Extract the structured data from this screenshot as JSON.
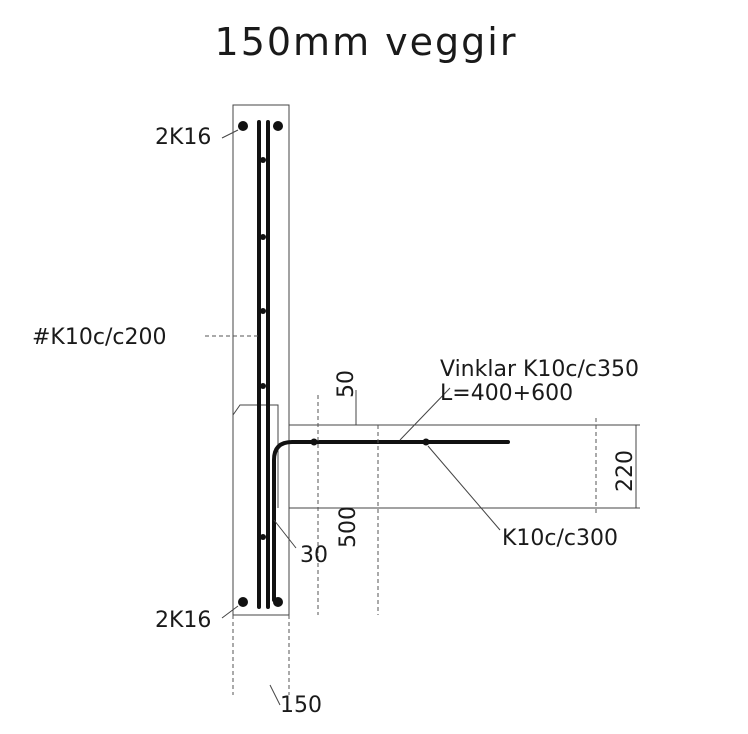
{
  "title": "150mm veggir",
  "labels": {
    "top_bars": "2K16",
    "bottom_bars": "2K16",
    "wall_mesh": "#K10c/c200",
    "angle_bars": "Vinklar K10c/c350",
    "angle_length": "L=400+600",
    "slab_bars": "K10c/c300",
    "dim_50": "50",
    "dim_220": "220",
    "dim_500": "500",
    "dim_30": "30",
    "dim_150": "150"
  }
}
